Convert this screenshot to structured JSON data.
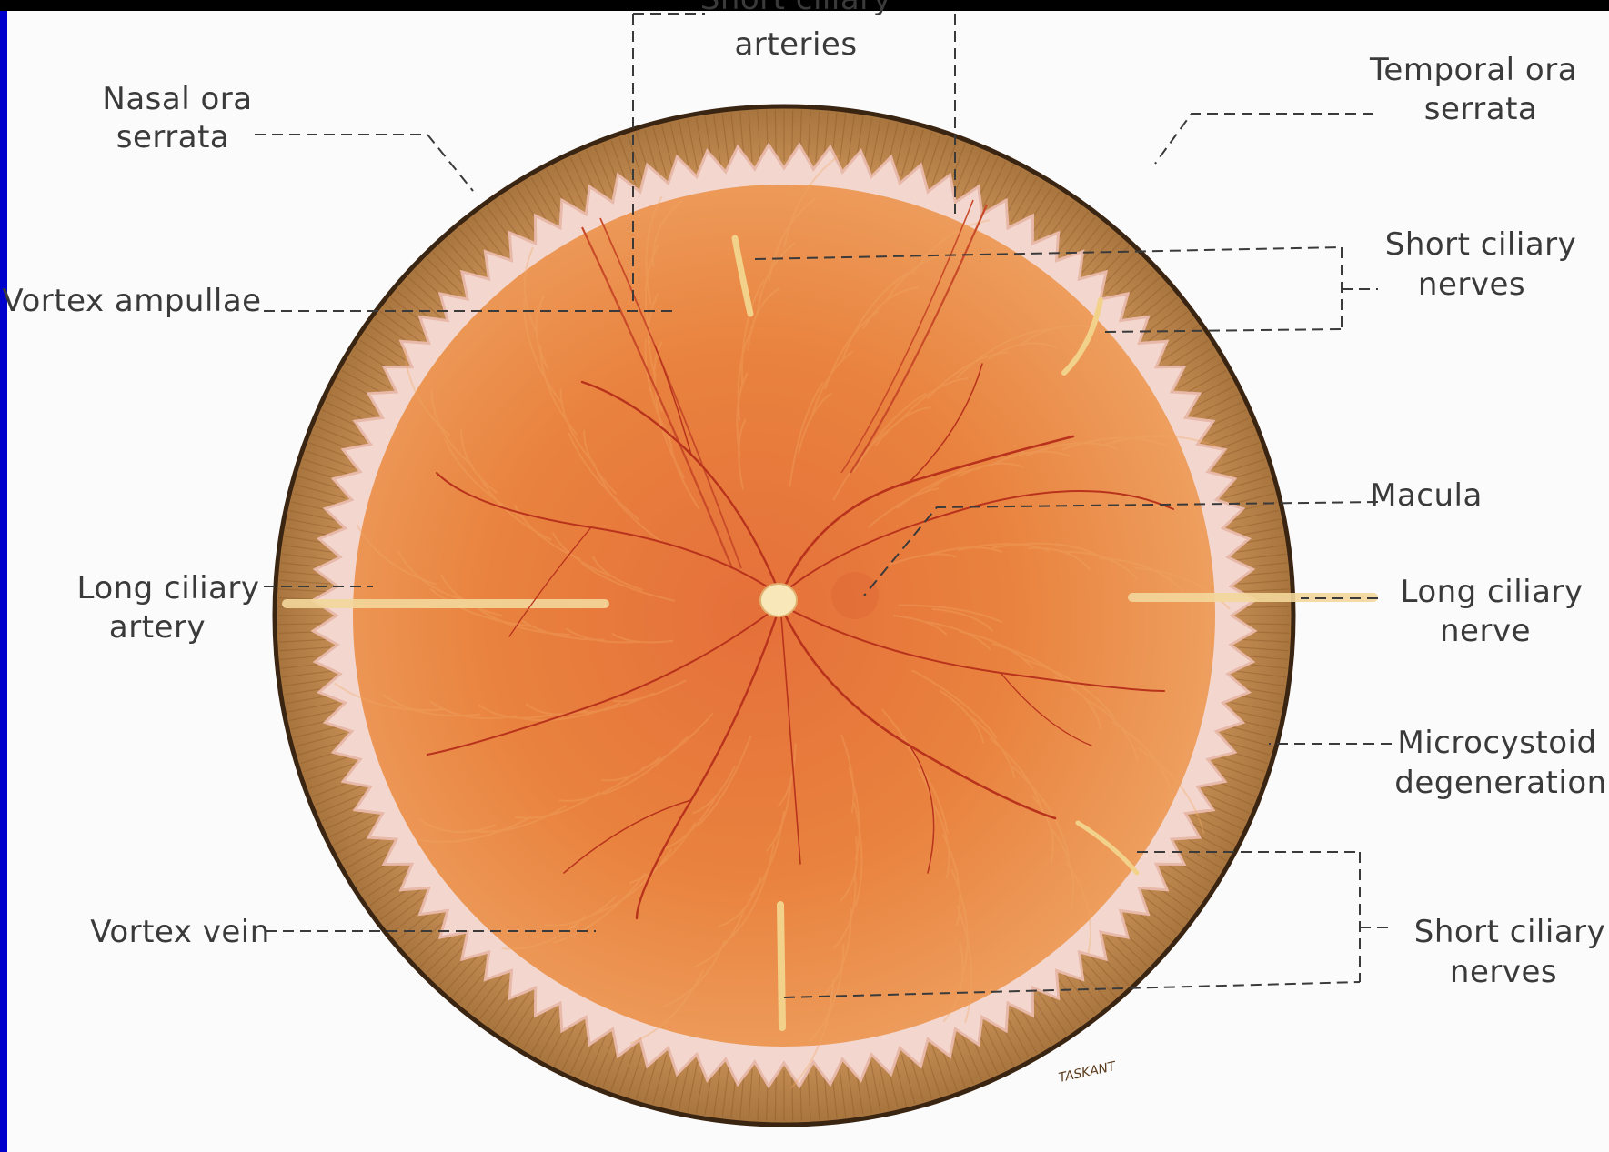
{
  "labels": {
    "short_ciliary_arteries_top": "Short ciliary",
    "short_ciliary_arteries_bottom": "arteries",
    "nasal_ora_line1": "Nasal ora",
    "nasal_ora_line2": "serrata",
    "temporal_ora_line1": "Temporal ora",
    "temporal_ora_line2": "serrata",
    "vortex_ampullae": "Vortex ampullae",
    "short_ciliary_nerves_upper_line1": "Short ciliary",
    "short_ciliary_nerves_upper_line2": "nerves",
    "macula": "Macula",
    "long_ciliary_artery_line1": "Long ciliary",
    "long_ciliary_artery_line2": "artery",
    "long_ciliary_nerve_line1": "Long ciliary",
    "long_ciliary_nerve_line2": "nerve",
    "microcystoid_line1": "Microcystoid",
    "microcystoid_line2": "degeneration",
    "vortex_vein": "Vortex vein",
    "short_ciliary_nerves_lower_line1": "Short ciliary",
    "short_ciliary_nerves_lower_line2": "nerves"
  },
  "artist_signature": "TASKANT",
  "colors": {
    "border_frame": "#0000cc",
    "background": "#fbfbfb",
    "fundus_center": "#e9793a",
    "fundus_edge": "#e88a40",
    "pars_plana": "#c08a52",
    "vessel": "#b8321c",
    "label_text": "#3a3a3a"
  }
}
